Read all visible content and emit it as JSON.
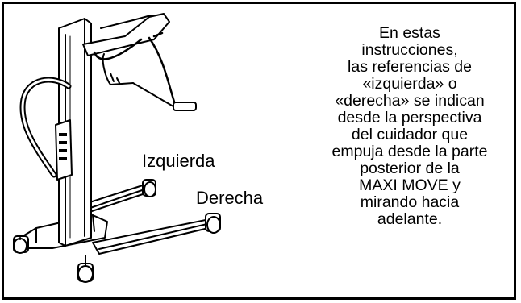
{
  "labels": {
    "left": "Izquierda",
    "right": "Derecha"
  },
  "note_lines": [
    "En estas",
    "instrucciones,",
    "las referencias de",
    "«izquierda» o",
    "«derecha» se indican",
    "desde la perspectiva",
    "del cuidador que",
    "empuja desde la parte",
    "posterior de la",
    "MAXI MOVE y",
    "mirando hacia",
    "adelante."
  ],
  "colors": {
    "line": "#000000",
    "background": "#ffffff"
  }
}
